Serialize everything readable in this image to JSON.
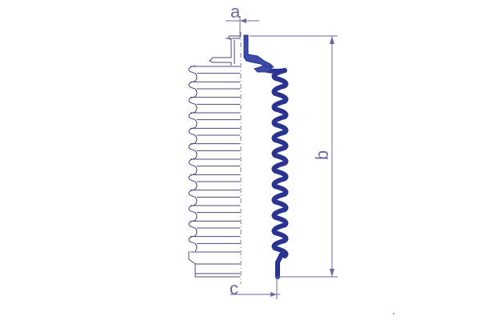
{
  "labels": {
    "a": "a",
    "b": "b",
    "c": "c"
  },
  "colors": {
    "outline": "#4a4a7a",
    "section_fill": "#3d4aa8",
    "section_stroke": "#2a3390",
    "dimension": "#6a6aa0",
    "centerline": "#7a7aa8"
  },
  "bellows": {
    "fold_count": 12
  }
}
